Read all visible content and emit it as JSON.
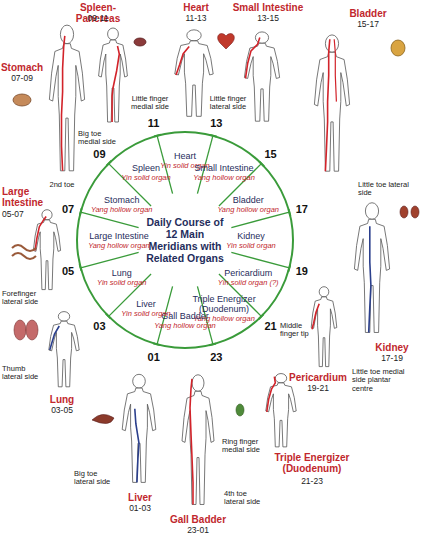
{
  "diagram": {
    "nodes": [
      {
        "text": [
          "Daily Course of 12 Main Meridians with Related Organs"
        ]
      },
      {
        "text": [
          "Heart",
          "Yin solid organ"
        ],
        "in": 0
      },
      {
        "text": [
          "Small Intestine",
          "Yang hollow organ"
        ],
        "in": 0
      },
      {
        "text": [
          "Bladder",
          "Yang hollow organ"
        ],
        "in": 0
      },
      {
        "text": [
          "Kidney",
          "Yin solid organ"
        ],
        "in": 0
      },
      {
        "text": [
          "Pericardium",
          "Yin solid organ (?)"
        ],
        "in": 0
      },
      {
        "text": [
          "Triple Energizer (Duodenum)",
          "Yang hollow organ"
        ],
        "in": 0
      },
      {
        "text": [
          "Gall Badder",
          "Yang hollow organ"
        ],
        "in": 0
      },
      {
        "text": [
          "Liver",
          "Yin solid organ"
        ],
        "in": 0
      },
      {
        "text": [
          "Lung",
          "Yin solid organ"
        ],
        "in": 0
      },
      {
        "text": [
          "Large Intestine",
          "Yang hollow organ"
        ],
        "in": 0
      },
      {
        "text": [
          "Stomach",
          "Yang hollow organ"
        ],
        "in": 0
      },
      {
        "text": [
          "Spleen",
          "Yin solid organ"
        ],
        "in": 0
      }
    ],
    "labels": [
      "Spleen-Pancreas",
      "09-11",
      "Heart",
      "11-13",
      "Small Intestine",
      "13-15",
      "Bladder",
      "15-17",
      "Stomach",
      "07-09",
      "11",
      "13",
      "Little finger medial side",
      "Little finger lateral side",
      "15",
      "09",
      "Big toe medial side",
      "17",
      "Little toe lateral side",
      "2nd toe",
      "07",
      "Large Intestine",
      "05-07",
      "19",
      "05",
      "Forefinger lateral side",
      "Kidney",
      "17-19",
      "Little toe medial side plantar centre",
      "Middle finger tip",
      "Pericardium",
      "19-21",
      "21",
      "03",
      "Thumb lateral side",
      "Lung",
      "03-05",
      "01",
      "23",
      "Ring finger medial side",
      "Triple Energizer (Duodenum)",
      "21-23",
      "Big toe lateral side",
      "4th toe lateral side",
      "Liver",
      "01-03",
      "Gall Badder",
      "23-01"
    ]
  }
}
